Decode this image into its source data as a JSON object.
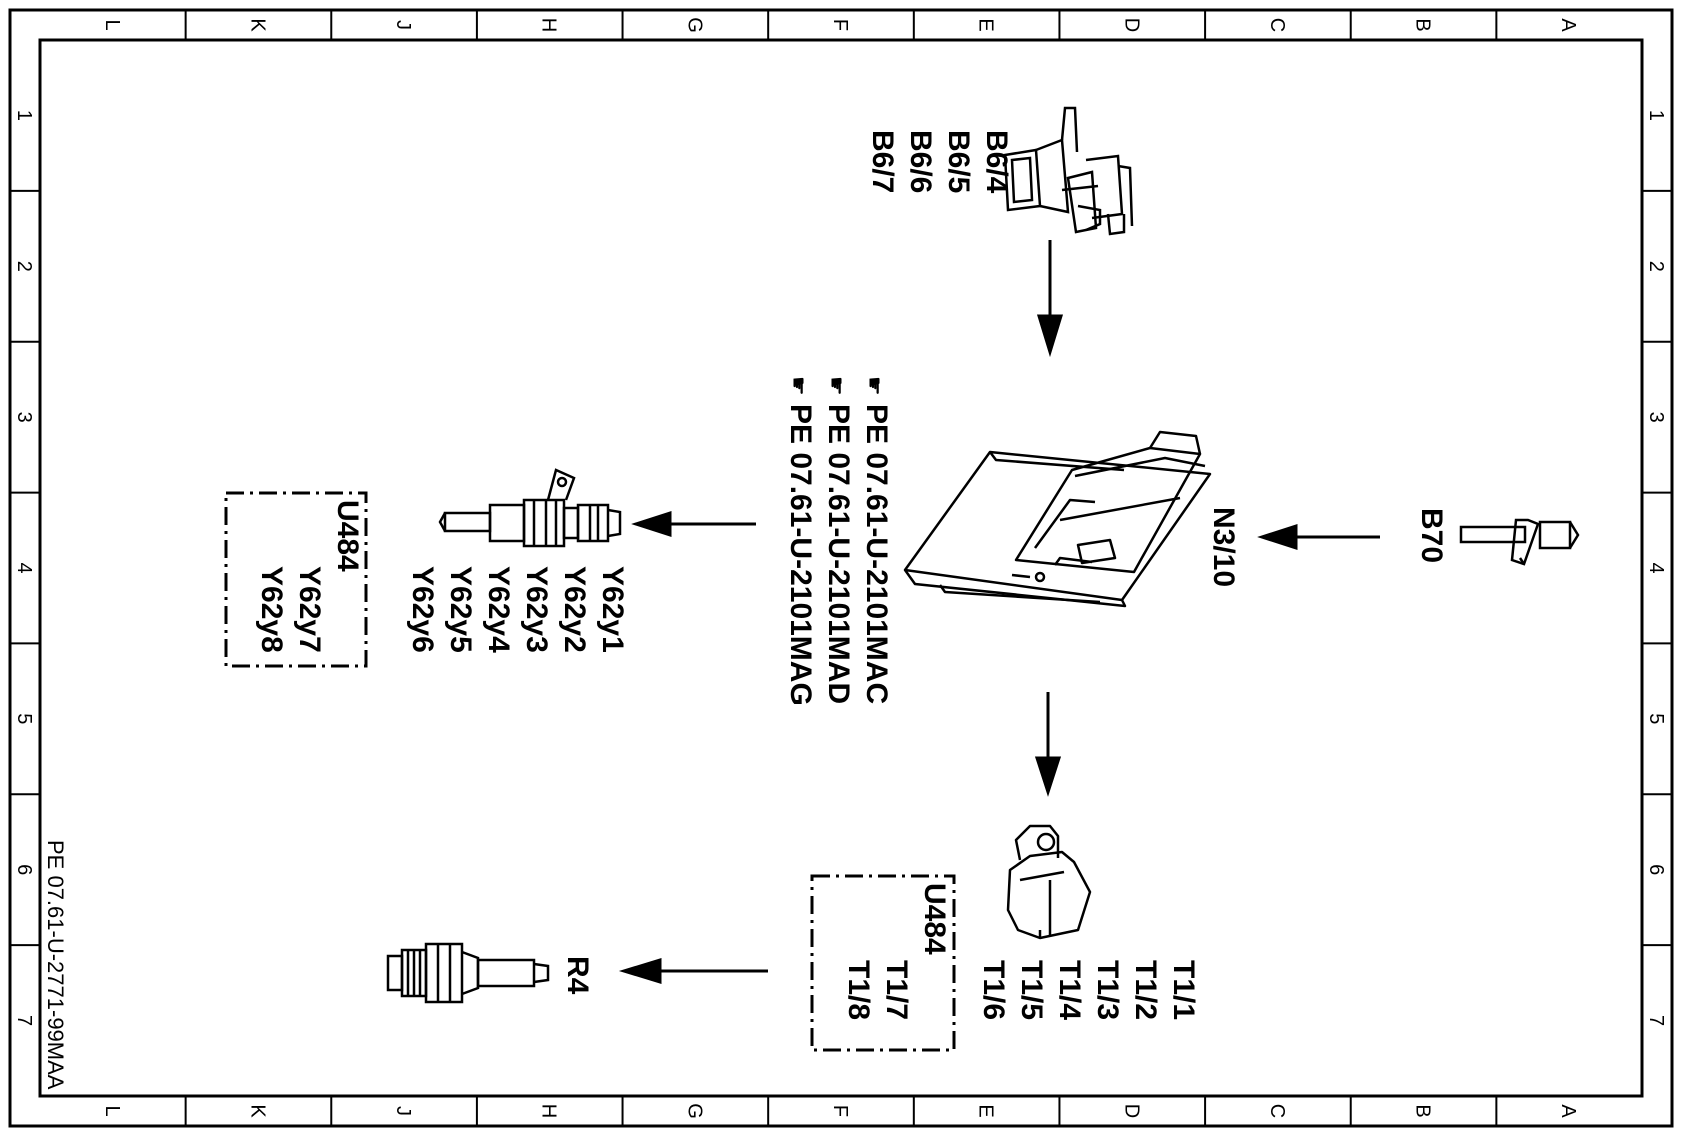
{
  "grid": {
    "columns": [
      "L",
      "K",
      "J",
      "H",
      "G",
      "F",
      "E",
      "D",
      "C",
      "B",
      "A"
    ],
    "rows": [
      "1",
      "2",
      "3",
      "4",
      "5",
      "6",
      "7"
    ]
  },
  "document_id": "PE 07.61-U-2771-99MAA",
  "labels": {
    "camshaft_sensors": [
      "B6/4",
      "B6/5",
      "B6/6",
      "B6/7"
    ],
    "control_unit": "N3/10",
    "crankshaft_sensor": "B70",
    "references": [
      "PE 07.61-U-2101MAC",
      "PE 07.61-U-2101MAD",
      "PE 07.61-U-2101MAG"
    ],
    "injectors": [
      "Y62y1",
      "Y62y2",
      "Y62y3",
      "Y62y4",
      "Y62y5",
      "Y62y6"
    ],
    "injectors_box": [
      "U484",
      "Y62y7",
      "Y62y8"
    ],
    "ignition_coils": [
      "T1/1",
      "T1/2",
      "T1/3",
      "T1/4",
      "T1/5",
      "T1/6"
    ],
    "ignition_box": [
      "U484",
      "T1/7",
      "T1/8"
    ],
    "spark_plug": "R4"
  }
}
